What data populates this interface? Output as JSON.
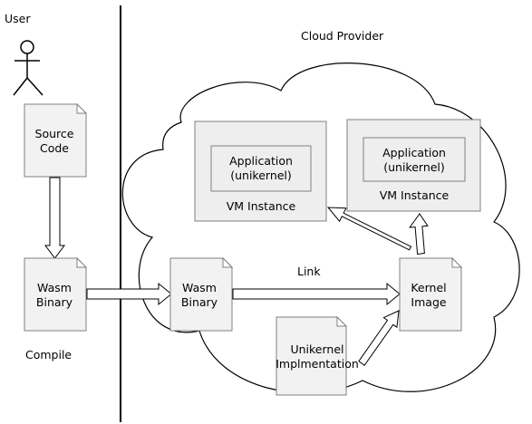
{
  "user_side": {
    "user_label": "User",
    "source_code": [
      "Source",
      "Code"
    ],
    "wasm_binary": [
      "Wasm",
      "Binary"
    ],
    "compile_label": "Compile"
  },
  "cloud": {
    "title": "Cloud Provider",
    "vm_left": {
      "app": [
        "Application",
        "(unikernel)"
      ],
      "label": "VM Instance"
    },
    "vm_right": {
      "app": [
        "Application",
        "(unikernel)"
      ],
      "label": "VM Instance"
    },
    "wasm_binary": [
      "Wasm",
      "Binary"
    ],
    "kernel_image": [
      "Kernel",
      "Image"
    ],
    "unikernel_impl": [
      "Unikernel",
      "Implmentation"
    ],
    "link_label": "Link"
  },
  "colors": {
    "doc_fill": "#f2f2f2",
    "border": "#808080",
    "line": "#000000"
  },
  "icons": {
    "user": "stick-figure-icon"
  }
}
